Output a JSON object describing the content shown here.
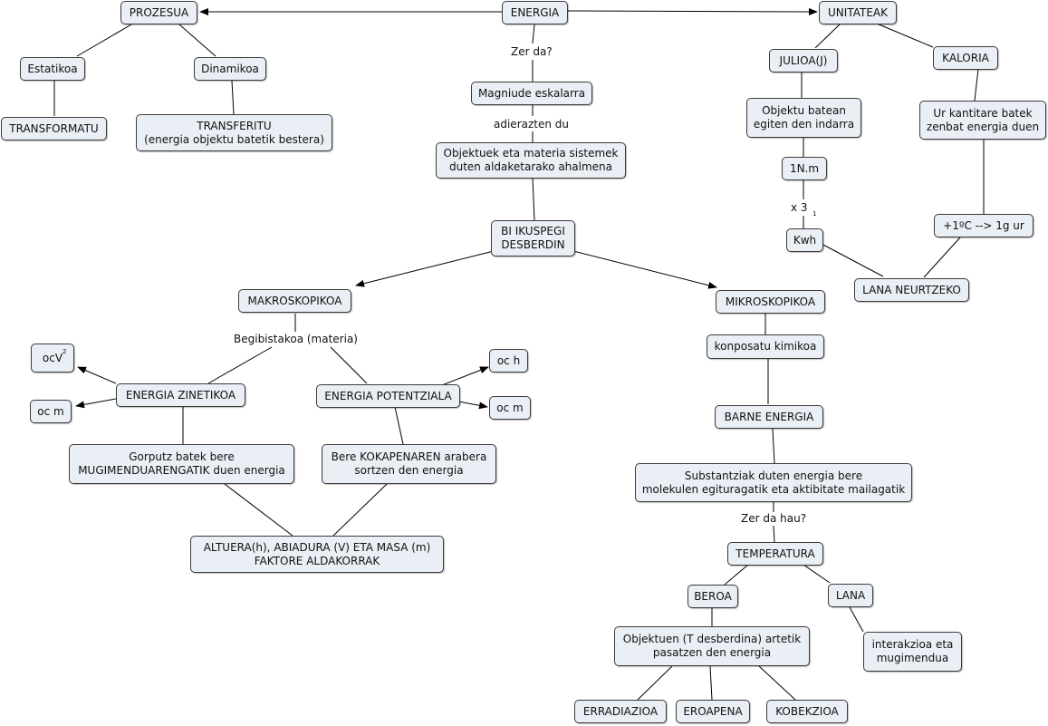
{
  "nodes": {
    "energia": "ENERGIA",
    "prozesua": "PROZESUA",
    "unitateak": "UNITATEAK",
    "estatikoa": "Estatikoa",
    "dinamikoa": "Dinamikoa",
    "transformatu": "TRANSFORMATU",
    "transferitu": "TRANSFERITU\n(energia objektu batetik bestera)",
    "magniude": "Magniude eskalarra",
    "objektuek": "Objektuek eta materia sistemek\nduten aldaketarako ahalmena",
    "bi_ikuspegi": "BI IKUSPEGI\nDESBERDIN",
    "julioa": "JULIOA(J)",
    "kaloria": "KALORIA",
    "objektu_batean": "Objektu batean\negiten den indarra",
    "ur_kantitare": "Ur kantitare batek\nzenbat energia duen",
    "n_m": "1N.m",
    "grado": "+1ºC --> 1g ur",
    "kwh": "Kwh",
    "lana_neurtzeko": "LANA NEURTZEKO",
    "makroskopikoa": "MAKROSKOPIKOA",
    "mikroskopikoa": "MIKROSKOPIKOA",
    "ocv": "ocV",
    "oc_m_left": "oc m",
    "energia_zinetikoa": "ENERGIA ZINETIKOA",
    "energia_potentziala": "ENERGIA POTENTZIALA",
    "oc_h": "oc h",
    "oc_m_right": "oc m",
    "gorputz": "Gorputz batek bere\nMUGIMENDUARENGATIK duen energia",
    "bere_kokapenaren": "Bere KOKAPENAREN arabera\nsortzen den energia",
    "altuera": "ALTUERA(h), ABIADURA (V) ETA MASA (m)\nFAKTORE ALDAKORRAK",
    "konposatu": "konposatu kimikoa",
    "barne_energia": "BARNE ENERGIA",
    "substantziak": "Substantziak duten energia bere\nmolekulen egituragatik eta aktibitate mailagatik",
    "temperatura": "TEMPERATURA",
    "beroa": "BEROA",
    "lana": "LANA",
    "objektuen_t": "Objektuen (T desberdina) artetik\npasatzen den energia",
    "interakzioa": "interakzioa eta\nmugimendua",
    "erradiazioa": "ERRADIAZIOA",
    "eroapena": "EROAPENA",
    "kobekzioa": "KOBEKZIOA"
  },
  "labels": {
    "zer_da": "Zer da?",
    "adierazten_du": "adierazten du",
    "x3": "x 3",
    "begibistakoa": "Begibistakoa (materia)",
    "zer_da_hau": "Zer da hau?"
  },
  "superscripts": {
    "ocv_exp": "2",
    "x3_sub": "1"
  },
  "colors": {
    "node_fill": "#e9eff5",
    "node_border": "#3a3a3a",
    "line": "#000000"
  }
}
